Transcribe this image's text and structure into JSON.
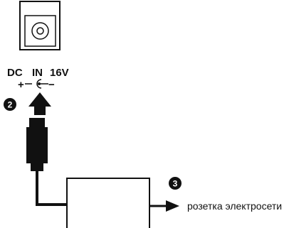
{
  "jack": {
    "dc": "DC",
    "in": "IN",
    "voltage": "16V",
    "plus": "+",
    "minus": "−"
  },
  "steps": {
    "plug": "2",
    "outlet": "3"
  },
  "outlet_label": "розетка электросети"
}
